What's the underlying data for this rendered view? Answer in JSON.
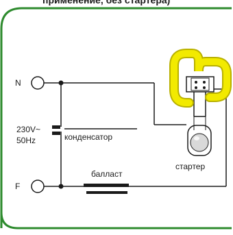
{
  "diagram": {
    "heading": "применение, без стартера)",
    "terminals": {
      "n": "N",
      "f": "F"
    },
    "supply": {
      "voltage": "230V~",
      "frequency": "50Hz"
    },
    "components": {
      "capacitor": "конденсатор",
      "ballast": "балласт",
      "starter": "стартер"
    },
    "colors": {
      "frame": "#2e8b2e",
      "wire": "#1a1a1a",
      "lamp_tube": "#f2ea00",
      "lamp_tube_outline": "#b8b000",
      "starter_glass": "#d9d9d9"
    }
  }
}
